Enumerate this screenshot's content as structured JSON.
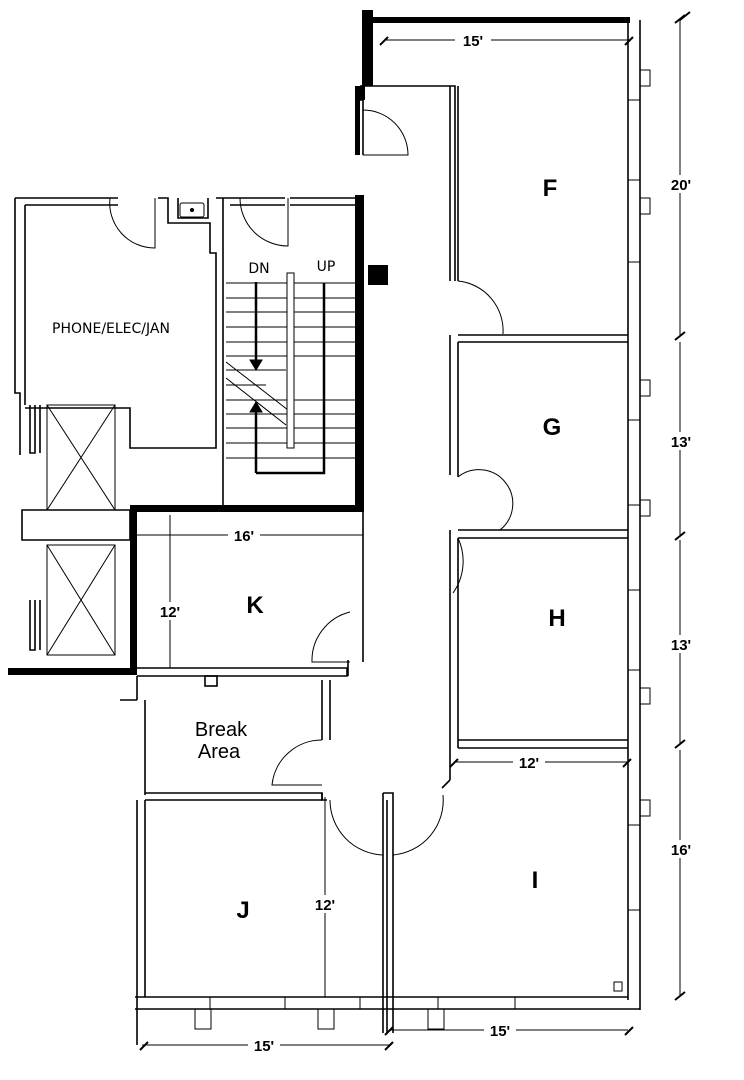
{
  "rooms": {
    "F": "F",
    "G": "G",
    "H": "H",
    "I": "I",
    "J": "J",
    "K": "K",
    "break_line1": "Break",
    "break_line2": "Area",
    "utility": "PHONE/ELEC/JAN"
  },
  "stairs": {
    "down": "DN",
    "up": "UP"
  },
  "dimensions": {
    "f_width": "15'",
    "f_depth": "20'",
    "g_depth": "13'",
    "h_depth": "13'",
    "i_depth": "16'",
    "i_width_top": "12'",
    "k_width": "16'",
    "k_depth": "12'",
    "j_depth": "12'",
    "j_width": "15'",
    "i_width_bottom": "15'"
  }
}
